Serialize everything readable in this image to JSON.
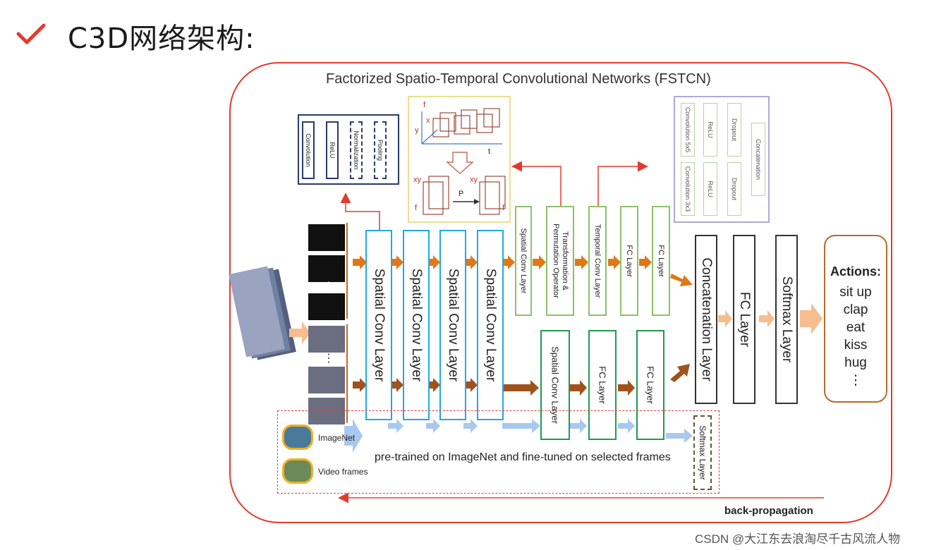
{
  "slide": {
    "title": "C3D网络架构:",
    "check_icon_color": "#e23b2e"
  },
  "diagram": {
    "title": "Factorized Spatio-Temporal Convolutional Networks (FSTCN)",
    "spatial_conv_layers": [
      "Spatial Conv Layer",
      "Spatial Conv Layer",
      "Spatial Conv Layer",
      "Spatial Conv Layer"
    ],
    "top_branch": [
      "Spatial Conv Layer",
      "Transformation & Permutation Operator",
      "Temporal Conv Layer",
      "FC Layer",
      "FC Layer"
    ],
    "bottom_branch": [
      "Spatial Conv Layer",
      "FC Layer",
      "FC Layer"
    ],
    "concat_label": "Concatenation Layer",
    "fc_label": "FC Layer",
    "softmax_label": "Softmax Layer",
    "actions": {
      "header": "Actions:",
      "items": [
        "sit up",
        "clap",
        "eat",
        "kiss",
        "hug",
        "⋮"
      ]
    },
    "legend_block": [
      "Convolution",
      "ReLU",
      "Normalization",
      "Pooling"
    ],
    "legend_transform": {
      "f": "f",
      "y": "y",
      "x": "x",
      "t": "t",
      "xy": "xy",
      "p": "P",
      "f_prime": "f'"
    },
    "legend_inception": {
      "row1": [
        "Convolution 5x5",
        "ReLU",
        "Dropout"
      ],
      "row2": [
        "Convolution 3x3",
        "ReLU",
        "Dropout"
      ],
      "concat": "Concatenation"
    },
    "pretrain": {
      "imagenet": "ImageNet",
      "video_frames": "Video frames",
      "text": "pre-trained on ImageNet and fine-tuned on selected frames",
      "softmax_small": "Softmax Layer"
    },
    "backprop": "back-propagation"
  },
  "watermark": "CSDN @大江东去浪淘尽千古风流人物",
  "colors": {
    "frame": "#e23b2e",
    "spatial": "#22a8e6",
    "top_branch": "#8ac26a",
    "bottom_branch": "#1f9a52",
    "arrow_orange": "#e07818",
    "arrow_brown": "#a0521e",
    "arrow_light": "#f6bd90",
    "arrow_blue": "#a8c8ee"
  }
}
